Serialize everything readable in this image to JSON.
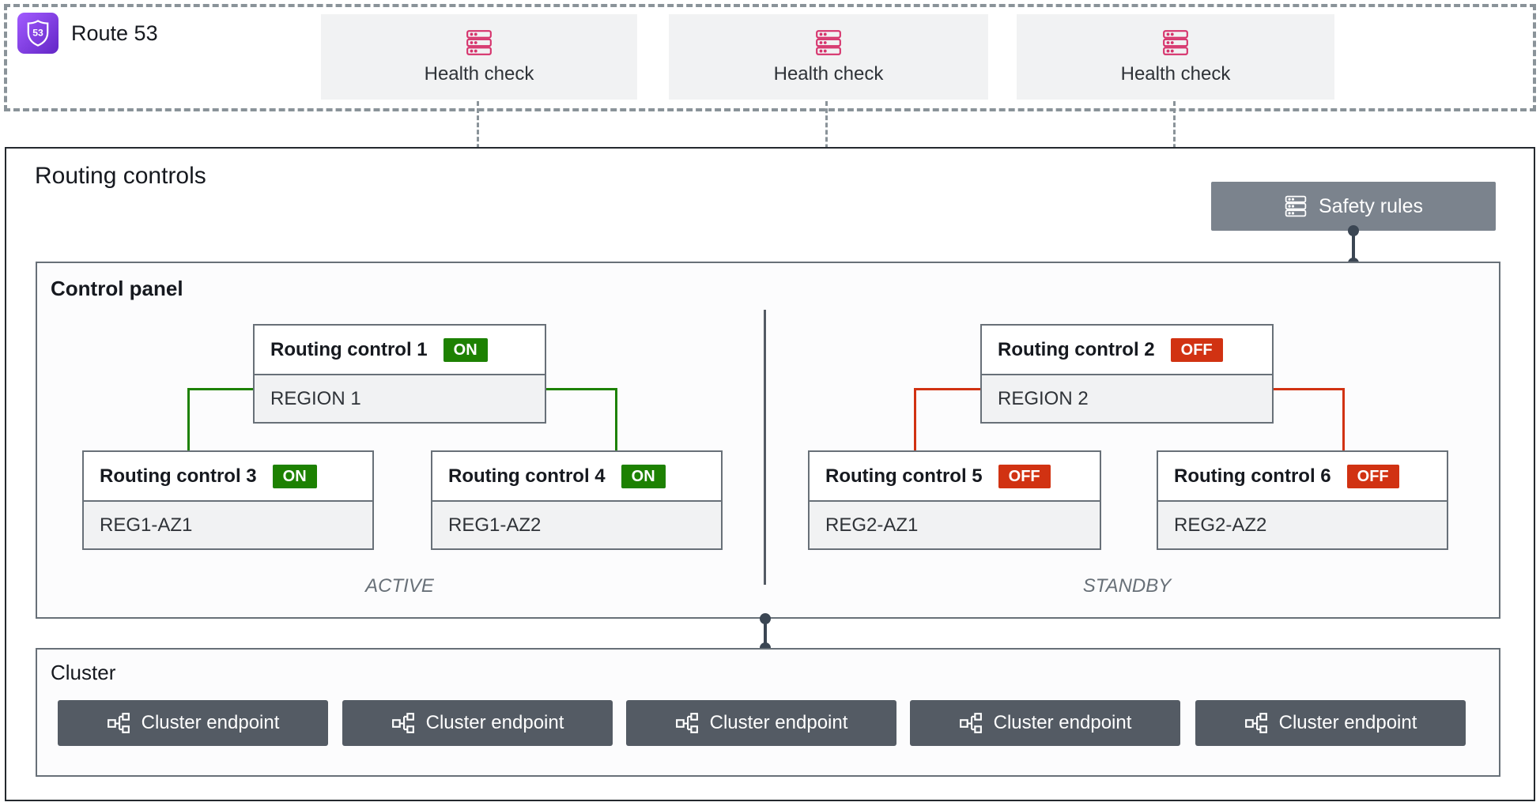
{
  "colors": {
    "on": "#1d8102",
    "off": "#d13212",
    "arrow": "#8a9399",
    "health_icon": "#d6336c",
    "safety_bg": "#7b838d",
    "endpoint_bg": "#545b64",
    "dot": "#3b4653"
  },
  "route53": {
    "label": "Route 53",
    "icon_text": "53",
    "health_checks": [
      {
        "label": "Health check"
      },
      {
        "label": "Health check"
      },
      {
        "label": "Health check"
      }
    ]
  },
  "routing_controls": {
    "title": "Routing controls",
    "safety_rules_label": "Safety rules",
    "control_panel": {
      "title": "Control panel",
      "zones": {
        "active": "ACTIVE",
        "standby": "STANDBY"
      },
      "controls": [
        {
          "name": "Routing control 1",
          "state": "ON",
          "scope": "REGION 1"
        },
        {
          "name": "Routing control 2",
          "state": "OFF",
          "scope": "REGION 2"
        },
        {
          "name": "Routing control 3",
          "state": "ON",
          "scope": "REG1-AZ1"
        },
        {
          "name": "Routing control 4",
          "state": "ON",
          "scope": "REG1-AZ2"
        },
        {
          "name": "Routing control 5",
          "state": "OFF",
          "scope": "REG2-AZ1"
        },
        {
          "name": "Routing control 6",
          "state": "OFF",
          "scope": "REG2-AZ2"
        }
      ]
    },
    "cluster": {
      "title": "Cluster",
      "endpoints": [
        {
          "label": "Cluster endpoint"
        },
        {
          "label": "Cluster endpoint"
        },
        {
          "label": "Cluster endpoint"
        },
        {
          "label": "Cluster endpoint"
        },
        {
          "label": "Cluster endpoint"
        }
      ]
    }
  }
}
